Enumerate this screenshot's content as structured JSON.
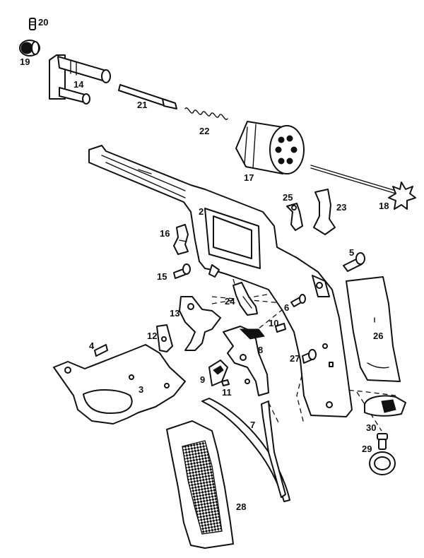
{
  "diagram": {
    "part_numbers": [
      "20",
      "19",
      "14",
      "21",
      "22",
      "17",
      "18",
      "2",
      "25",
      "23",
      "16",
      "5",
      "15",
      "24",
      "6",
      "13",
      "10",
      "12",
      "26",
      "4",
      "27",
      "8",
      "3",
      "9",
      "11",
      "7",
      "30",
      "29",
      "28"
    ]
  }
}
